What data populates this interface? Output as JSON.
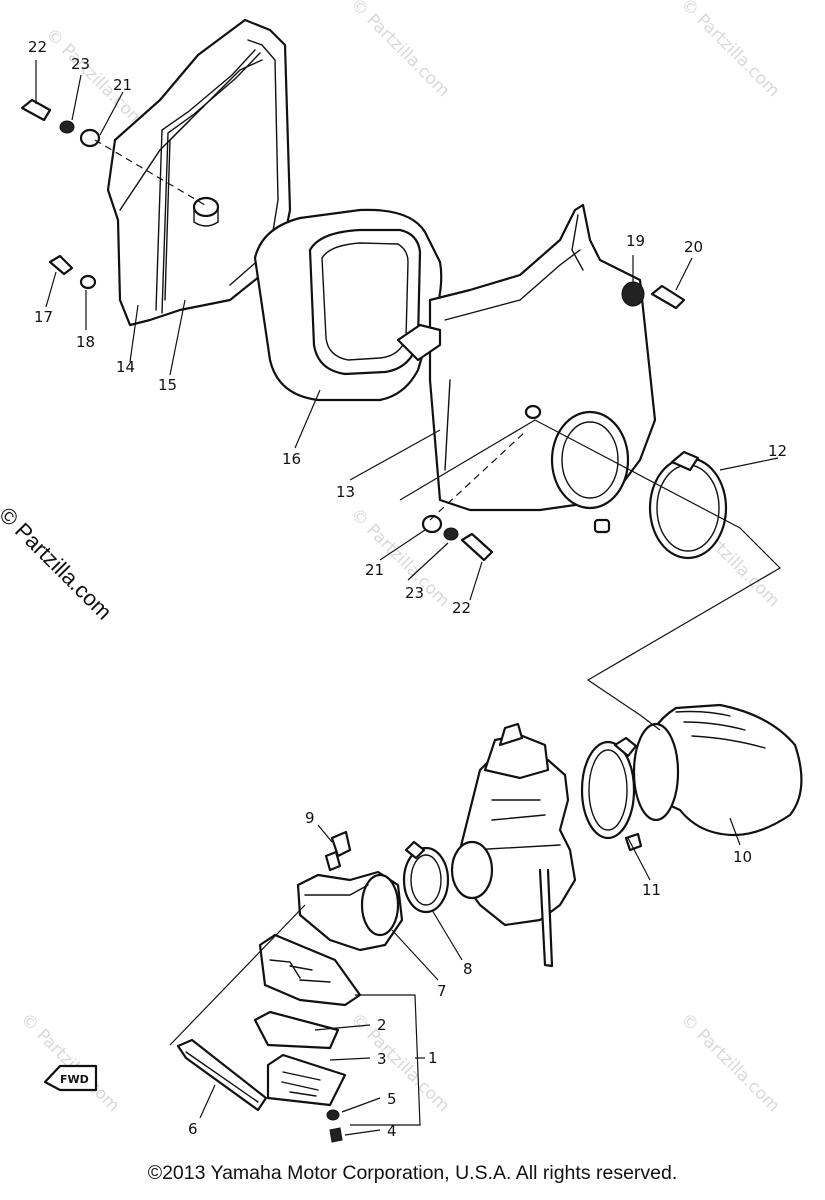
{
  "watermark": "© Partzilla.com",
  "side_watermark": "© Partzilla.com",
  "copyright": "©2013 Yamaha Motor Corporation, U.S.A. All rights reserved.",
  "fwd_label": "FWD",
  "callouts": {
    "c22a": "22",
    "c23a": "23",
    "c21a": "21",
    "c17": "17",
    "c18": "18",
    "c14": "14",
    "c15": "15",
    "c16": "16",
    "c13": "13",
    "c19": "19",
    "c20": "20",
    "c12": "12",
    "c21b": "21",
    "c23b": "23",
    "c22b": "22",
    "c10": "10",
    "c11": "11",
    "c9": "9",
    "c8": "8",
    "c7": "7",
    "c2": "2",
    "c3": "3",
    "c1": "1",
    "c5": "5",
    "c4": "4",
    "c6": "6"
  }
}
